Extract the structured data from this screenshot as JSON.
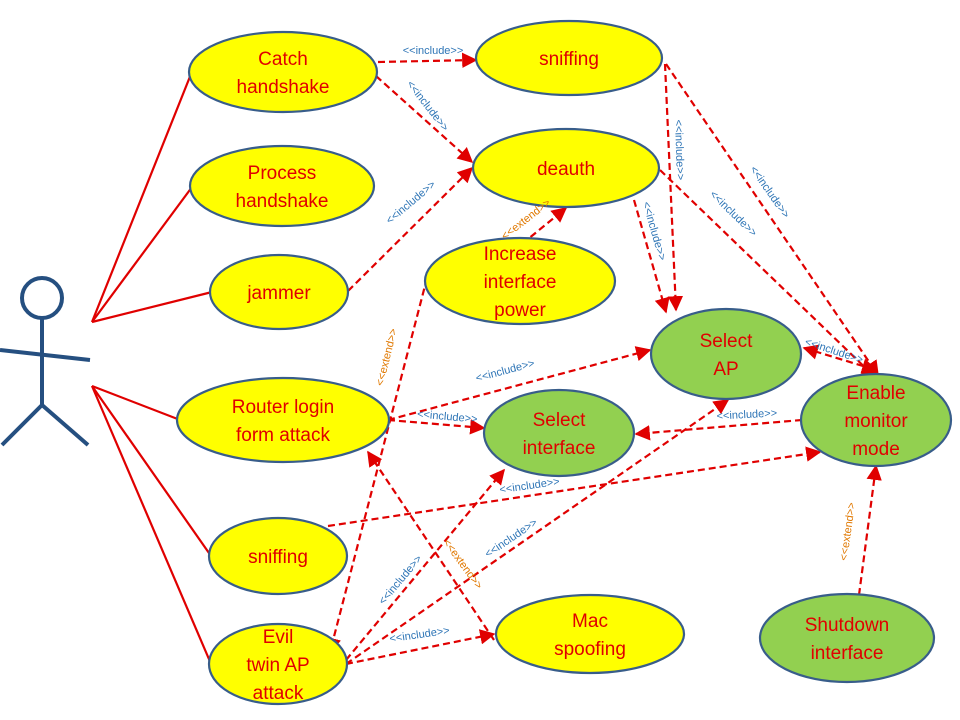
{
  "colors": {
    "yellow_fill": "#ffff00",
    "green_fill": "#92d050",
    "node_stroke": "#385d8a",
    "actor": "#254f80",
    "edge": "#e00000",
    "include_label": "#2e75b6",
    "extend_label": "#e07800",
    "text": "#e00000"
  },
  "actor": {
    "name": ""
  },
  "use_cases": [
    {
      "id": "catch",
      "lines": [
        "Catch",
        "handshake"
      ],
      "fill": "yellow"
    },
    {
      "id": "process",
      "lines": [
        "Process",
        "handshake"
      ],
      "fill": "yellow"
    },
    {
      "id": "jammer",
      "lines": [
        "jammer"
      ],
      "fill": "yellow"
    },
    {
      "id": "router",
      "lines": [
        "Router login",
        "form attack"
      ],
      "fill": "yellow"
    },
    {
      "id": "sniff2",
      "lines": [
        "sniffing"
      ],
      "fill": "yellow"
    },
    {
      "id": "evil",
      "lines": [
        "Evil",
        "twin AP",
        "attack"
      ],
      "fill": "yellow"
    },
    {
      "id": "sniff1",
      "lines": [
        "sniffing"
      ],
      "fill": "yellow"
    },
    {
      "id": "deauth",
      "lines": [
        "deauth"
      ],
      "fill": "yellow"
    },
    {
      "id": "power",
      "lines": [
        "Increase",
        "interface",
        "power"
      ],
      "fill": "yellow"
    },
    {
      "id": "mac",
      "lines": [
        "Mac",
        "spoofing"
      ],
      "fill": "yellow"
    },
    {
      "id": "selap",
      "lines": [
        "Select",
        "AP"
      ],
      "fill": "green"
    },
    {
      "id": "selif",
      "lines": [
        "Select",
        "interface"
      ],
      "fill": "green"
    },
    {
      "id": "mon",
      "lines": [
        "Enable",
        "monitor",
        "mode"
      ],
      "fill": "green"
    },
    {
      "id": "shut",
      "lines": [
        "Shutdown",
        "interface"
      ],
      "fill": "green"
    }
  ],
  "associations": [
    [
      "actor",
      "catch"
    ],
    [
      "actor",
      "process"
    ],
    [
      "actor",
      "jammer"
    ],
    [
      "actor",
      "router"
    ],
    [
      "actor",
      "sniff2"
    ],
    [
      "actor",
      "evil"
    ]
  ],
  "relationships": [
    {
      "id": "r1",
      "from": "catch",
      "to": "sniff1",
      "kind": "include",
      "label": "<<include>>"
    },
    {
      "id": "r2",
      "from": "catch",
      "to": "deauth",
      "kind": "include",
      "label": "<<include>>"
    },
    {
      "id": "r3",
      "from": "jammer",
      "to": "deauth",
      "kind": "include",
      "label": "<<include>>"
    },
    {
      "id": "r4",
      "from": "sniff1",
      "to": "selap",
      "kind": "include",
      "label": "<<include>>"
    },
    {
      "id": "r5",
      "from": "sniff1",
      "to": "mon",
      "kind": "include",
      "label": "<<include>>"
    },
    {
      "id": "r6",
      "from": "deauth",
      "to": "selap",
      "kind": "include",
      "label": "<<include>>"
    },
    {
      "id": "r7",
      "from": "deauth",
      "to": "mon",
      "kind": "include",
      "label": "<<include>>"
    },
    {
      "id": "r8",
      "from": "power",
      "to": "deauth",
      "kind": "extend",
      "label": "<<extend>>"
    },
    {
      "id": "r9",
      "from": "power",
      "to": "evil",
      "kind": "extend",
      "label": "<<extend>>"
    },
    {
      "id": "r10",
      "from": "router",
      "to": "selap",
      "kind": "include",
      "label": "<<include>>"
    },
    {
      "id": "r11",
      "from": "router",
      "to": "selif",
      "kind": "include",
      "label": "<<include>>"
    },
    {
      "id": "r12",
      "from": "mac",
      "to": "router",
      "kind": "extend",
      "label": "<<extend>>"
    },
    {
      "id": "r13",
      "from": "mon",
      "to": "selif",
      "kind": "include",
      "label": "<<include>>"
    },
    {
      "id": "r14",
      "from": "selap",
      "to": "mon",
      "kind": "include",
      "label": "<<include>>"
    },
    {
      "id": "r15",
      "from": "sniff2",
      "to": "mon",
      "kind": "include",
      "label": "<<include>>"
    },
    {
      "id": "r16",
      "from": "evil",
      "to": "selif",
      "kind": "include",
      "label": "<<include>>"
    },
    {
      "id": "r17",
      "from": "evil",
      "to": "selap",
      "kind": "include",
      "label": "<<include>>"
    },
    {
      "id": "r18",
      "from": "evil",
      "to": "mac",
      "kind": "include",
      "label": "<<include>>"
    },
    {
      "id": "r19",
      "from": "shut",
      "to": "mon",
      "kind": "extend",
      "label": "<<extend>>"
    }
  ]
}
